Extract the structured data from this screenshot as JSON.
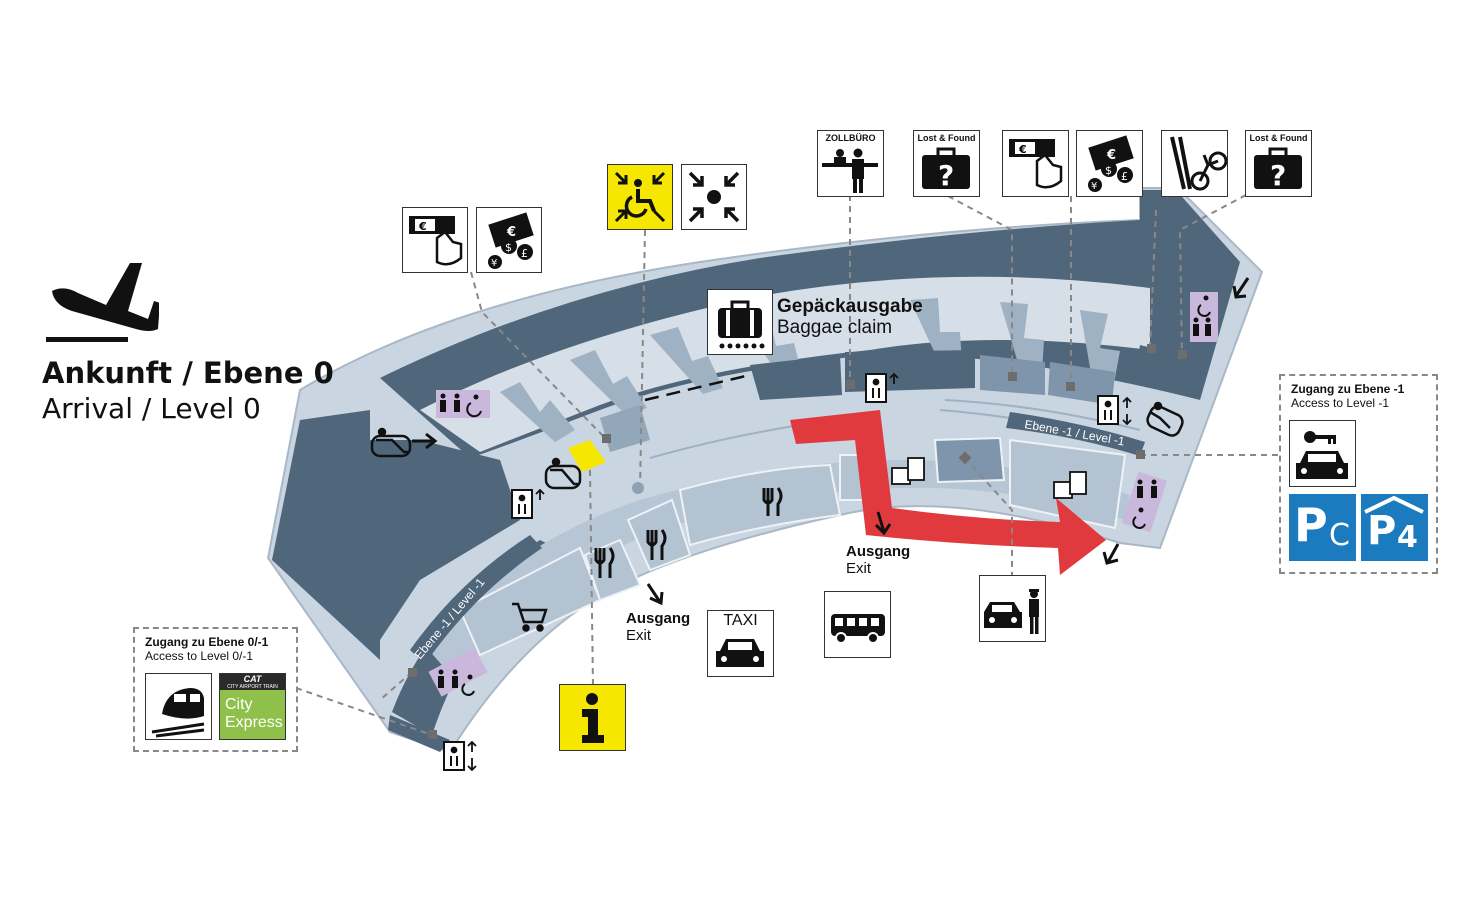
{
  "title": {
    "de": "Ankunft / Ebene 0",
    "en": "Arrival / Level 0"
  },
  "baggage": {
    "de": "Gepäckausgabe",
    "en": "Baggae claim"
  },
  "exit_left": {
    "de": "Ausgang",
    "en": "Exit"
  },
  "exit_right": {
    "de": "Ausgang",
    "en": "Exit"
  },
  "level_labels": [
    "Ebene -1 / Level -1",
    "Ebene -1 / Level -1"
  ],
  "access_left": {
    "de": "Zugang zu Ebene 0/-1",
    "en": "Access to Level 0/-1",
    "cat_logo": "CAT",
    "cat_sub": "CITY AIRPORT TRAIN",
    "city_express": [
      "City",
      "Express"
    ]
  },
  "access_right": {
    "de": "Zugang zu Ebene -1",
    "en": "Access to Level -1",
    "parking": [
      "P",
      "C",
      "4"
    ]
  },
  "icon_labels": {
    "customs": "ZOLLBÜRO",
    "lost_found_1": "Lost & Found",
    "lost_found_2": "Lost & Found",
    "taxi": "TAXI",
    "info": "i"
  },
  "colors": {
    "terminal_dark": "#4f667b",
    "terminal_light": "#c9d5e0",
    "floor": "#dfe6ed",
    "arrow_red": "#e03a3e",
    "info_yellow": "#f5e700",
    "parking_blue": "#1c7bbf",
    "city_green": "#8ec04a"
  },
  "icons": [
    "arrival-plane-icon",
    "atm-icon",
    "currency-exchange-icon",
    "accessibility-assistance-icon",
    "meeting-point-icon",
    "customs-office-icon",
    "lost-and-found-icon",
    "atm-icon",
    "currency-exchange-icon",
    "ski-bike-luggage-icon",
    "lost-and-found-icon",
    "baggage-claim-icon",
    "taxi-icon",
    "bus-icon",
    "rental-car-icon",
    "info-icon",
    "train-icon",
    "car-key-icon",
    "restaurant-icon",
    "shopping-cart-icon",
    "toilet-icon",
    "elevator-icon",
    "escalator-icon",
    "shop-icon"
  ]
}
